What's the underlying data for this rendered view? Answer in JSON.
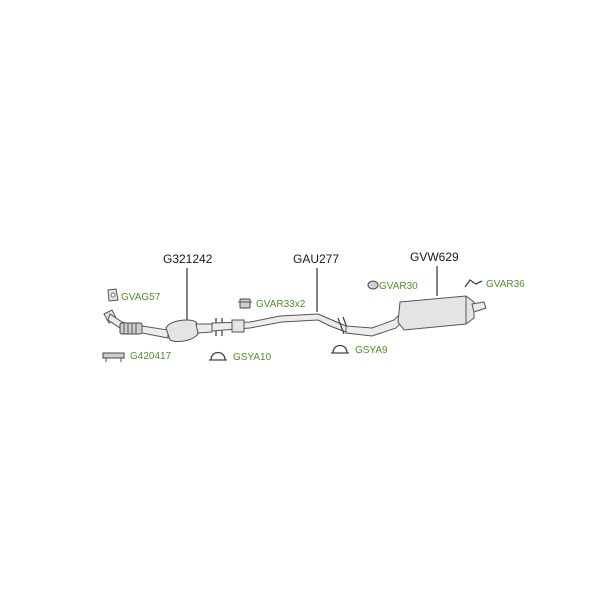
{
  "colors": {
    "main_label": "#1a1a1a",
    "accessory_label": "#4f8f2a",
    "part_outline": "#555555"
  },
  "parts": {
    "catalytic_converter": {
      "code": "G321242",
      "icon": "catalytic-converter"
    },
    "middle_pipe": {
      "code": "GAU277",
      "icon": "middle-pipe"
    },
    "rear_silencer": {
      "code": "GVW629",
      "icon": "rear-silencer"
    }
  },
  "accessories": {
    "gasket": {
      "code": "GVAG57",
      "icon": "gasket-icon"
    },
    "bolt": {
      "code": "G420417",
      "icon": "bolt-icon"
    },
    "clamp_a": {
      "code": "GVAR33x2",
      "icon": "clamp-icon"
    },
    "clamp_b": {
      "code": "GSYA10",
      "icon": "clamp-ring-icon"
    },
    "clamp_c": {
      "code": "GSYA9",
      "icon": "clamp-ring-icon"
    },
    "rubber_mount": {
      "code": "GVAR30",
      "icon": "rubber-mount-icon"
    },
    "hanger": {
      "code": "GVAR36",
      "icon": "hanger-icon"
    }
  }
}
